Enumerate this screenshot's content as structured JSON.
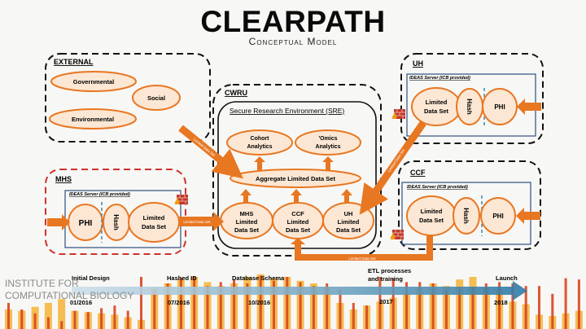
{
  "title": "CLEARPATH",
  "subtitle": "Conceptual Model",
  "external": {
    "label": "EXTERNAL",
    "items": [
      "Governmental",
      "Social",
      "Environmental"
    ]
  },
  "cwru": {
    "label": "CWRU",
    "sre_label": "Secure Research Environment (SRE)",
    "analytics": [
      "Cohort Analytics",
      "'Omics Analytics"
    ],
    "aggregate": "Aggregate Limited Data Set",
    "sets": [
      {
        "l1": "MHS",
        "l2": "Limited",
        "l3": "Data Set"
      },
      {
        "l1": "CCF",
        "l2": "Limited",
        "l3": "Data Set"
      },
      {
        "l1": "UH",
        "l2": "Limited",
        "l3": "Data Set"
      }
    ]
  },
  "mhs": {
    "label": "MHS",
    "server": "IDEAS Server (ICB provided)",
    "phi": "PHI",
    "hash": "Hash",
    "lds1": "Limited",
    "lds2": "Data Set"
  },
  "uh": {
    "label": "UH",
    "server": "IDEAS Server (ICB provided)",
    "phi": "PHI",
    "hash": "Hash",
    "lds1": "Limited",
    "lds2": "Data Set"
  },
  "ccf": {
    "label": "CCF",
    "server": "IDEAS Server (ICB provided)",
    "phi": "PHI",
    "hash": "Hash",
    "lds1": "Limited",
    "lds2": "Data Set"
  },
  "arrows": {
    "lds": "Limited Data Set",
    "ldsa": "Limited Data Set"
  },
  "timeline": {
    "milestones": [
      {
        "label": "Initial Design",
        "date": "01/2016"
      },
      {
        "label": "Hashed ID",
        "date": "07/2016"
      },
      {
        "label": "Database Schema",
        "date": "10/2016"
      },
      {
        "label": "ETL processes",
        "label2": "and training",
        "date": "2017"
      },
      {
        "label": "Launch",
        "date": "2018"
      }
    ]
  },
  "watermark": {
    "line1": "INSTITUTE FOR",
    "line2": "COMPUTATIONAL BIOLOGY"
  },
  "colors": {
    "orange": "#e87722",
    "ellipse_fill": "#fbe7d3",
    "mhs_border": "#d0312d",
    "server_border": "#2f4f7f",
    "timeline_arrow": "#3f86ad",
    "bar_yellow": "#f5b335",
    "bar_red": "#d8441e"
  }
}
